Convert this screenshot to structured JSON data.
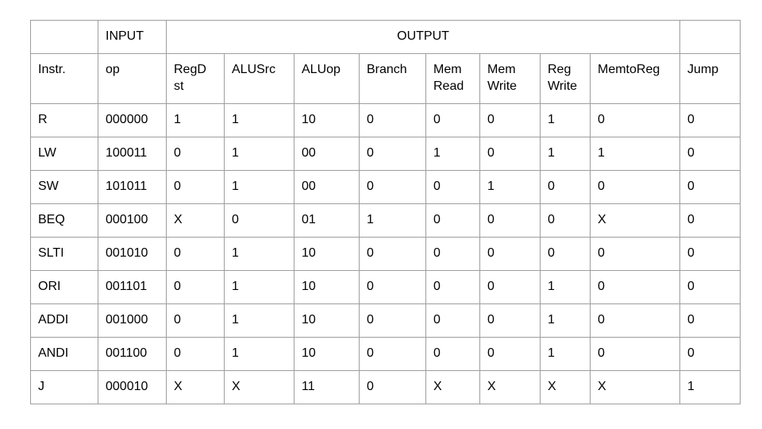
{
  "header": {
    "input_label": "INPUT",
    "output_label": "OUTPUT"
  },
  "columns": [
    "Instr.",
    "op",
    "RegD\nst",
    "ALUSrc",
    "ALUop",
    "Branch",
    "Mem\nRead",
    "Mem\nWrite",
    "Reg\nWrite",
    "MemtoReg",
    "Jump"
  ],
  "rows": [
    [
      "R",
      "000000",
      "1",
      "1",
      "10",
      "0",
      "0",
      "0",
      "1",
      "0",
      "0"
    ],
    [
      "LW",
      "100011",
      "0",
      "1",
      "00",
      "0",
      "1",
      "0",
      "1",
      "1",
      "0"
    ],
    [
      "SW",
      "101011",
      "0",
      "1",
      "00",
      "0",
      "0",
      "1",
      "0",
      "0",
      "0"
    ],
    [
      "BEQ",
      "000100",
      "X",
      "0",
      "01",
      "1",
      "0",
      "0",
      "0",
      "X",
      "0"
    ],
    [
      "SLTI",
      "001010",
      "0",
      "1",
      "10",
      "0",
      "0",
      "0",
      "0",
      "0",
      "0"
    ],
    [
      "ORI",
      "001101",
      "0",
      "1",
      "10",
      "0",
      "0",
      "0",
      "1",
      "0",
      "0"
    ],
    [
      "ADDI",
      "001000",
      "0",
      "1",
      "10",
      "0",
      "0",
      "0",
      "1",
      "0",
      "0"
    ],
    [
      "ANDI",
      "001100",
      "0",
      "1",
      "10",
      "0",
      "0",
      "0",
      "1",
      "0",
      "0"
    ],
    [
      "J",
      "000010",
      "X",
      "X",
      "11",
      "0",
      "X",
      "X",
      "X",
      "X",
      "1"
    ]
  ]
}
